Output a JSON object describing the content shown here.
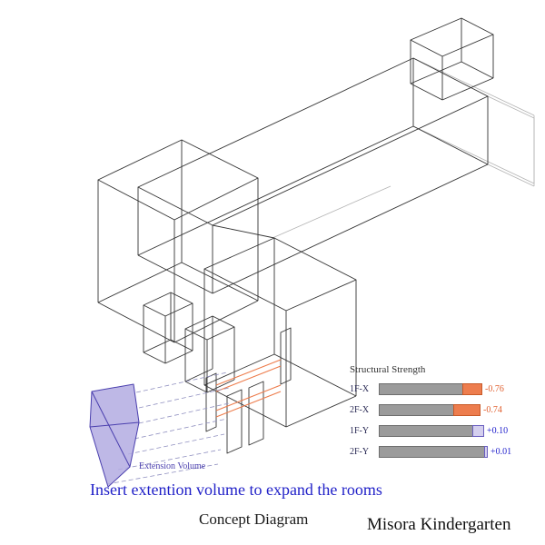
{
  "page": {
    "background": "#ffffff"
  },
  "labels": {
    "extension_volume": "Extension Volume",
    "caption": "Insert extention volume to expand the rooms",
    "diagram_title": "Concept Diagram",
    "project_name": "Misora Kindergarten"
  },
  "colors": {
    "wireframe": "#333333",
    "ghost_line": "#b3b3b3",
    "accent_orange": "#ed7a49",
    "volume_fill": "#b3abe2",
    "volume_edge": "#4a3fae",
    "projection_line": "#9090c0",
    "caption_blue": "#2121c8",
    "bar_gray": "#9b9b9b"
  },
  "chart_data": {
    "type": "bar",
    "orientation": "horizontal",
    "title": "Structural Strength",
    "categories": [
      "1F-X",
      "2F-X",
      "1F-Y",
      "2F-Y"
    ],
    "values": [
      -0.76,
      -0.74,
      0.1,
      0.01
    ],
    "value_labels": [
      "-0.76",
      "-0.74",
      "+0.10",
      "+0.01"
    ],
    "legend_position": "none",
    "grid": false,
    "bars": [
      {
        "label": "1F-X",
        "base_len": 92,
        "delta_len": 22,
        "delta_fill": "#ed7d4e",
        "delta_edge": "#c85a28",
        "value_label": "-0.76",
        "value_color": "#e06030"
      },
      {
        "label": "2F-X",
        "base_len": 82,
        "delta_len": 30,
        "delta_fill": "#ed7d4e",
        "delta_edge": "#c85a28",
        "value_label": "-0.74",
        "value_color": "#e06030"
      },
      {
        "label": "1F-Y",
        "base_len": 103,
        "delta_len": 13,
        "delta_fill": "#d4cfee",
        "delta_edge": "#6a5fc0",
        "value_label": "+0.10",
        "value_color": "#2222cc"
      },
      {
        "label": "2F-Y",
        "base_len": 116,
        "delta_len": 4,
        "delta_fill": "#d4cfee",
        "delta_edge": "#6a5fc0",
        "value_label": "+0.01",
        "value_color": "#2222cc"
      }
    ]
  }
}
